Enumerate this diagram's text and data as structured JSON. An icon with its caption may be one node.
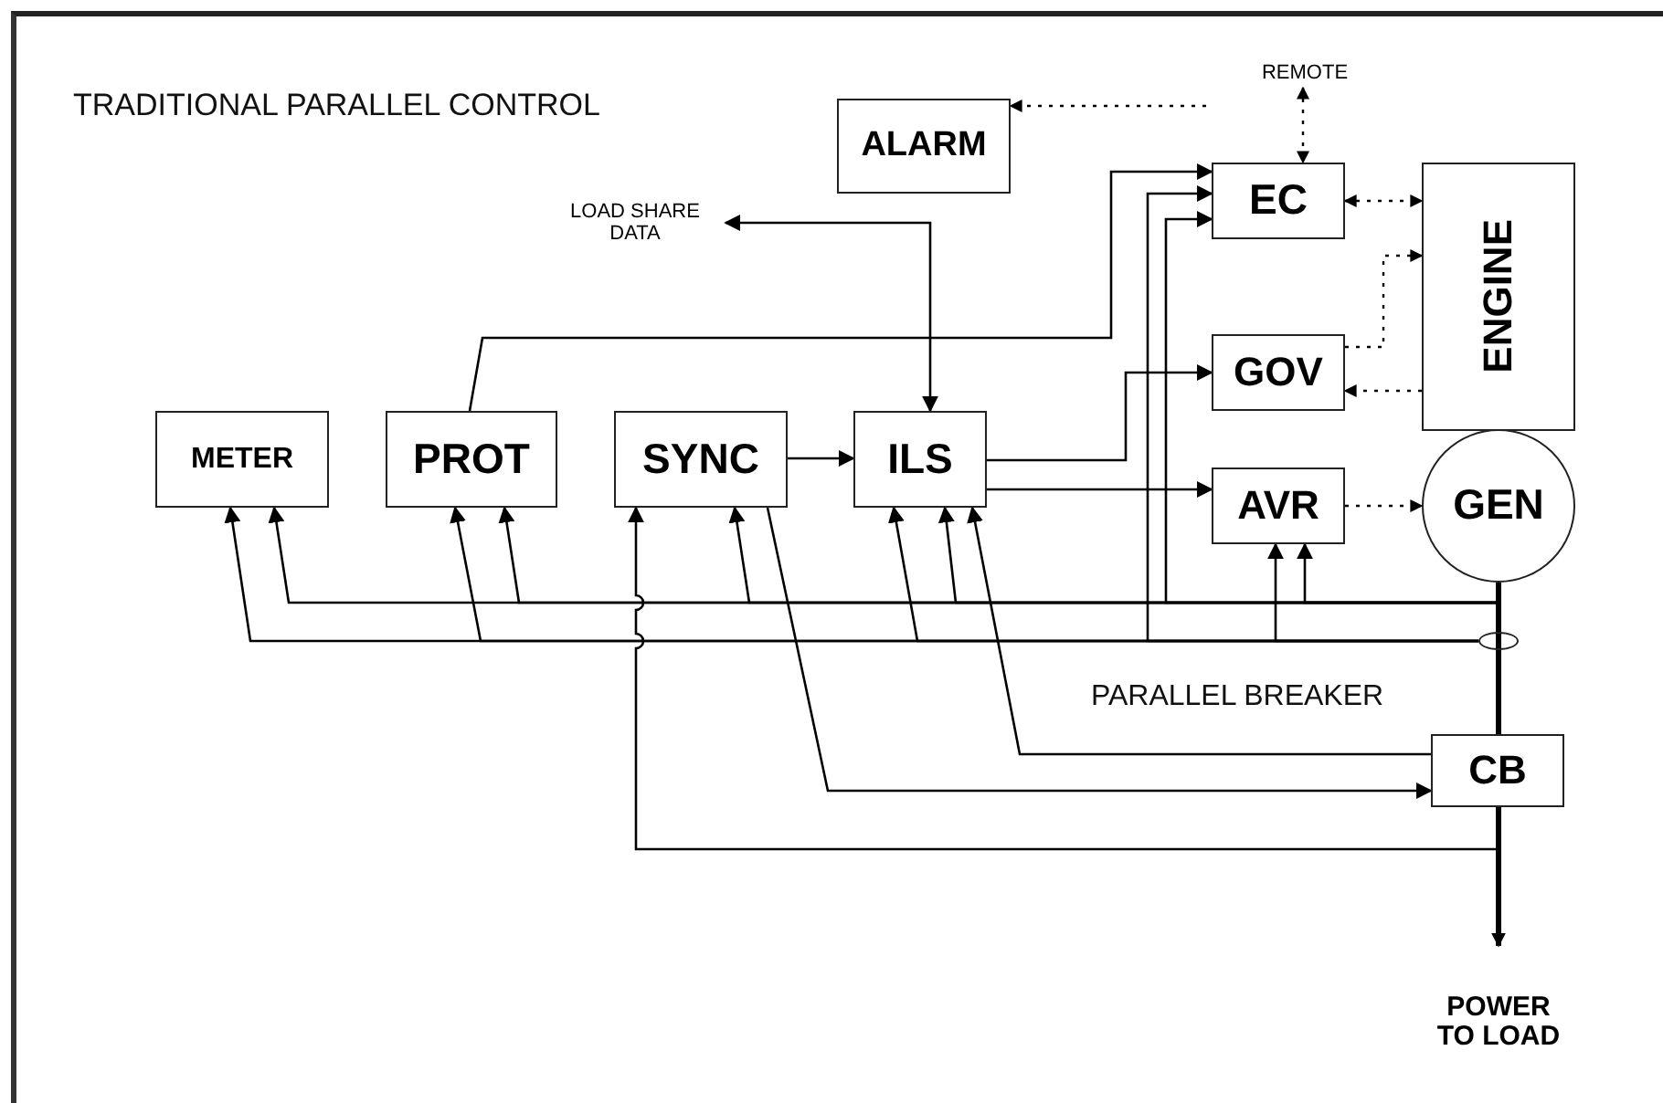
{
  "diagram": {
    "title": "TRADITIONAL PARALLEL CONTROL",
    "nodes": [
      {
        "text": [
          "ALARM"
        ]
      },
      {
        "text": [
          "EC"
        ]
      },
      {
        "text": [
          "ENGINE"
        ]
      },
      {
        "text": [
          "LOAD SHARE DATA"
        ]
      },
      {
        "text": [
          "REMOTE"
        ]
      },
      {
        "text": [
          "METER"
        ]
      },
      {
        "text": [
          "PROT"
        ]
      },
      {
        "text": [
          "SYNC"
        ]
      },
      {
        "text": [
          "ILS"
        ]
      },
      {
        "text": [
          "GOV"
        ]
      },
      {
        "text": [
          "AVR"
        ]
      },
      {
        "text": [
          "GEN"
        ]
      },
      {
        "text": [
          "CB"
        ]
      },
      {
        "text": [
          "POWER TO LOAD"
        ]
      },
      {
        "text": [],
        "shape": "ellipse"
      }
    ],
    "edges": [
      {
        "from": null,
        "to": 0,
        "arrow": "to",
        "style": "dashed"
      },
      {
        "from": 4,
        "to": 1,
        "arrow": "both",
        "style": "dashed"
      },
      {
        "from": 1,
        "to": 2,
        "arrow": "both",
        "style": "dashed"
      },
      {
        "from": 9,
        "to": 2,
        "arrow": "to",
        "style": "dashed"
      },
      {
        "from": 2,
        "to": 9,
        "arrow": "to",
        "style": "dashed"
      },
      {
        "from": 10,
        "to": 11,
        "arrow": "to",
        "style": "dashed"
      },
      {
        "from": 8,
        "to": 3,
        "arrow": "both"
      },
      {
        "from": 6,
        "to": 1,
        "arrow": "to"
      },
      {
        "from": 7,
        "to": 8,
        "arrow": "to"
      },
      {
        "from": 8,
        "to": 9,
        "arrow": "to"
      },
      {
        "from": 8,
        "to": 10,
        "arrow": "to"
      },
      {
        "from": 7,
        "to": 12,
        "arrow": "to"
      },
      {
        "from": 12,
        "to": 8,
        "arrow": "to"
      },
      {
        "from": 11,
        "to": 12,
        "arrow": "none",
        "style": "thick"
      },
      {
        "from": 12,
        "to": 13,
        "arrow": "to",
        "style": "thick"
      },
      {
        "from": 11,
        "to": 5,
        "arrow": "to"
      },
      {
        "from": 11,
        "to": 6,
        "arrow": "to"
      },
      {
        "from": 11,
        "to": 7,
        "arrow": "to"
      },
      {
        "from": 11,
        "to": 8,
        "arrow": "to"
      },
      {
        "from": 11,
        "to": 10,
        "arrow": "to"
      },
      {
        "from": 11,
        "to": 1,
        "arrow": "to"
      },
      {
        "from": 14,
        "to": 5,
        "arrow": "to"
      },
      {
        "from": 14,
        "to": 6,
        "arrow": "to"
      },
      {
        "from": 14,
        "to": 8,
        "arrow": "to"
      },
      {
        "from": 14,
        "to": 10,
        "arrow": "to"
      },
      {
        "from": 14,
        "to": 1,
        "arrow": "to"
      },
      {
        "from": 12,
        "to": 7,
        "arrow": "to"
      }
    ],
    "labels": [
      "PARALLEL BREAKER"
    ]
  }
}
